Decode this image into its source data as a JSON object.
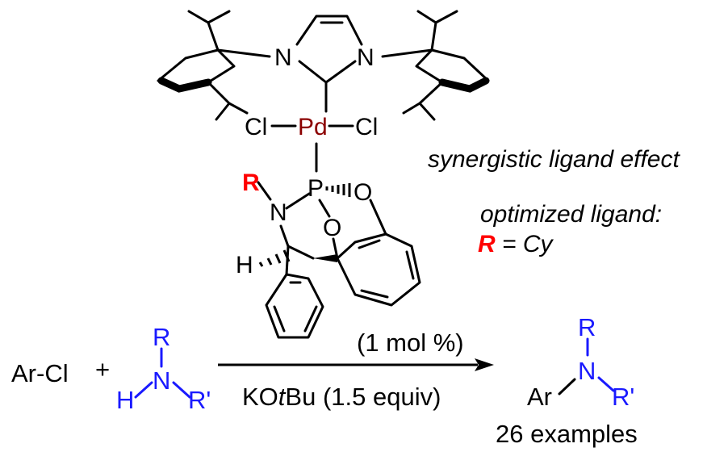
{
  "catalyst": {
    "metal": "Pd",
    "chloride": "Cl",
    "phosphorus": "P",
    "nitrogen": "N",
    "oxygen": "O",
    "hydrogen": "H",
    "r_group": "R"
  },
  "notes": {
    "synergy": "synergistic ligand effect",
    "optimized_title": "optimized ligand:",
    "optimized_r": "R",
    "optimized_value": " = Cy"
  },
  "reaction": {
    "substrate": "Ar-Cl",
    "plus": "+",
    "amine_r": "R",
    "amine_n": "N",
    "amine_h": "H",
    "amine_r_prime": "R'",
    "loading": "(1 mol %)",
    "base_pre": "KO",
    "base_italic": "t",
    "base_post": "Bu (1.5 equiv)",
    "product_ar": "Ar",
    "product_n": "N",
    "product_r": "R",
    "product_r_prime": "R'",
    "scope": "26 examples"
  },
  "colors": {
    "metal": "#8b0000",
    "highlight": "#ff0000",
    "amine": "#1a1aff"
  }
}
